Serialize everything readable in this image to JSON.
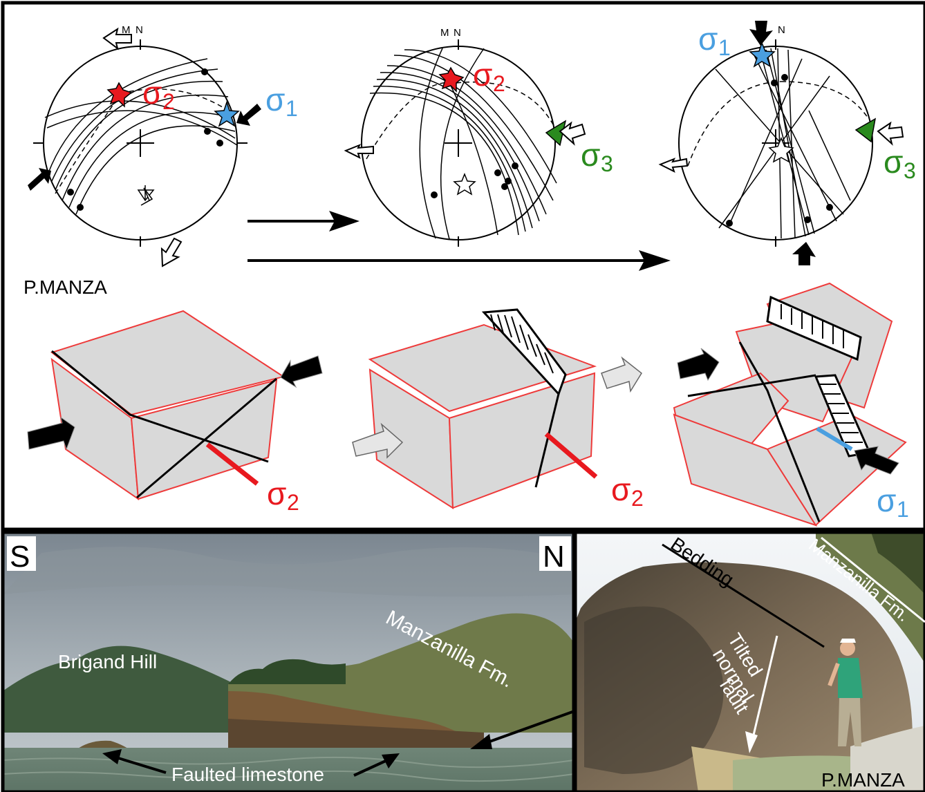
{
  "figure": {
    "site_label_top": "P.MANZA",
    "north_labels": {
      "m": "M",
      "n": "N"
    },
    "stress": {
      "sigma1": {
        "symbol": "σ",
        "sub": "1",
        "color": "#4a9fe0"
      },
      "sigma2": {
        "symbol": "σ",
        "sub": "2",
        "color": "#e8191f"
      },
      "sigma3": {
        "symbol": "σ",
        "sub": "3",
        "color": "#2a8a1e"
      }
    },
    "colors": {
      "block_face": "#d9d9d9",
      "block_edge": "#ee3a3a",
      "fault_line": "#000000",
      "panel_border": "#000000"
    }
  },
  "photos": {
    "left": {
      "south": "S",
      "north": "N",
      "hill_label": "Brigand Hill",
      "formation_label": "Manzanilla Fm.",
      "limestone_label": "Faulted limestone"
    },
    "right": {
      "bedding_label": "Bedding",
      "formation_label": "Manzanilla Fm.",
      "fault_label_lines": [
        "Tilted",
        "normal",
        "fault"
      ],
      "site_label": "P.MANZA"
    }
  }
}
